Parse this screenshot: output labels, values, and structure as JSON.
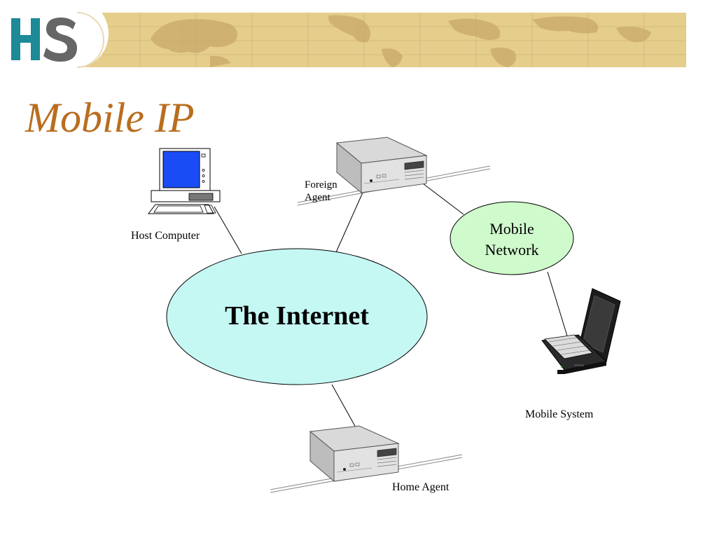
{
  "slide": {
    "logo_text": "HS",
    "title": "Mobile IP"
  },
  "colors": {
    "title": "#b96d1f",
    "logo_teal": "#1d8a98",
    "logo_gray": "#666666",
    "banner": "#e5cd8c",
    "internet_fill": "#c5f7f3",
    "mobile_network_fill": "#cffacc",
    "screen_blue": "#1a4cf5"
  },
  "diagram": {
    "internet_label": "The Internet",
    "mobile_network_label_line1": "Mobile",
    "mobile_network_label_line2": "Network",
    "host_computer_label": "Host Computer",
    "foreign_agent_label_line1": "Foreign",
    "foreign_agent_label_line2": "Agent",
    "home_agent_label": "Home Agent",
    "mobile_system_label": "Mobile System"
  },
  "icons": {
    "host_computer": "desktop-computer-icon",
    "foreign_agent": "server-icon",
    "home_agent": "server-icon",
    "mobile_system": "laptop-icon",
    "world_map": "world-map-icon"
  }
}
